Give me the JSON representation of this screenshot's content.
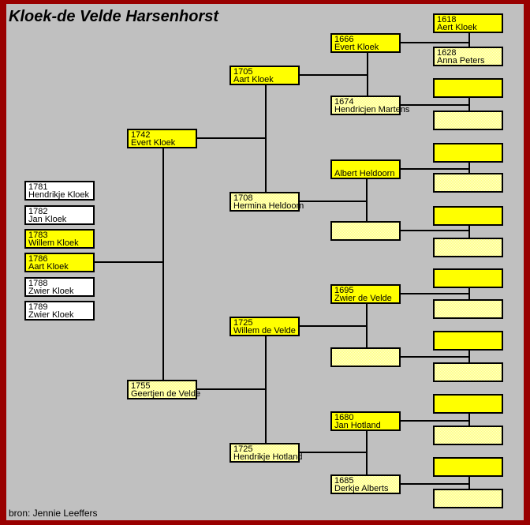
{
  "title": "Kloek-de Velde Harsenhorst",
  "source_credit": "bron: Jennie Leeffers",
  "colors": {
    "background": "#c0c0c0",
    "frame_border": "#990000",
    "box_male": "#ffff00",
    "box_female": "#ffff99",
    "box_plain": "#ffffff",
    "line": "#000000"
  },
  "tree": {
    "children": [
      {
        "year": "1781",
        "name": "Hendrikje Kloek"
      },
      {
        "year": "1782",
        "name": "Jan Kloek"
      },
      {
        "year": "1783",
        "name": "Willem Kloek"
      },
      {
        "year": "1786",
        "name": "Aart Kloek"
      },
      {
        "year": "1788",
        "name": "Zwier Kloek"
      },
      {
        "year": "1789",
        "name": "Zwier Kloek"
      }
    ],
    "parents": [
      {
        "year": "1742",
        "name": "Evert Kloek"
      },
      {
        "year": "1755",
        "name": "Geertjen de Velde"
      }
    ],
    "grandparents": [
      {
        "year": "1705",
        "name": "Aart Kloek"
      },
      {
        "year": "1708",
        "name": "Hermina Heldoorn"
      },
      {
        "year": "1725",
        "name": "Willem de Velde"
      },
      {
        "year": "1725",
        "name": "Hendrikje Hotland"
      }
    ],
    "great_grandparents": [
      {
        "year": "1666",
        "name": "Evert Kloek"
      },
      {
        "year": "1674",
        "name": "Hendricjen Martens"
      },
      {
        "year": "",
        "name": "Albert Heldoorn"
      },
      {
        "year": "",
        "name": ""
      },
      {
        "year": "1695",
        "name": "Zwier de Velde"
      },
      {
        "year": "",
        "name": ""
      },
      {
        "year": "1680",
        "name": "Jan Hotland"
      },
      {
        "year": "1685",
        "name": "Derkje Alberts"
      }
    ],
    "great_great_grandparents": [
      {
        "year": "1618",
        "name": "Aert Kloek"
      },
      {
        "year": "1628",
        "name": "Anna Peters"
      },
      {
        "year": "",
        "name": ""
      },
      {
        "year": "",
        "name": ""
      },
      {
        "year": "",
        "name": ""
      },
      {
        "year": "",
        "name": ""
      },
      {
        "year": "",
        "name": ""
      },
      {
        "year": "",
        "name": ""
      },
      {
        "year": "",
        "name": ""
      },
      {
        "year": "",
        "name": ""
      },
      {
        "year": "",
        "name": ""
      },
      {
        "year": "",
        "name": ""
      },
      {
        "year": "",
        "name": ""
      },
      {
        "year": "",
        "name": ""
      },
      {
        "year": "",
        "name": ""
      },
      {
        "year": "",
        "name": ""
      }
    ]
  }
}
